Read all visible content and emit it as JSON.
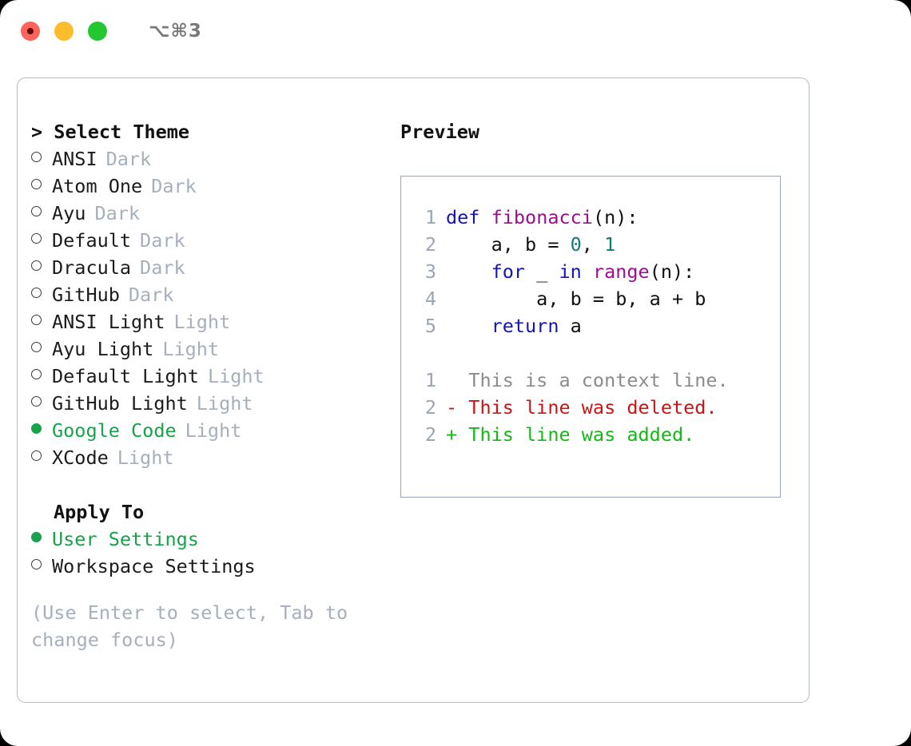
{
  "window": {
    "shortcut": "⌥⌘3",
    "traffic_lights": [
      {
        "name": "close-button",
        "color": "#fb635b"
      },
      {
        "name": "minimize-button",
        "color": "#fcbc2b"
      },
      {
        "name": "maximize-button",
        "color": "#23c831"
      }
    ]
  },
  "theme_picker": {
    "header": "> Select Theme",
    "items": [
      {
        "name": "ANSI",
        "variant": "Dark",
        "selected": false
      },
      {
        "name": "Atom One",
        "variant": "Dark",
        "selected": false
      },
      {
        "name": "Ayu",
        "variant": "Dark",
        "selected": false
      },
      {
        "name": "Default",
        "variant": "Dark",
        "selected": false
      },
      {
        "name": "Dracula",
        "variant": "Dark",
        "selected": false
      },
      {
        "name": "GitHub",
        "variant": "Dark",
        "selected": false
      },
      {
        "name": "ANSI Light",
        "variant": "Light",
        "selected": false
      },
      {
        "name": "Ayu Light",
        "variant": "Light",
        "selected": false
      },
      {
        "name": "Default Light",
        "variant": "Light",
        "selected": false
      },
      {
        "name": "GitHub Light",
        "variant": "Light",
        "selected": false
      },
      {
        "name": "Google Code",
        "variant": "Light",
        "selected": true
      },
      {
        "name": "XCode",
        "variant": "Light",
        "selected": false
      }
    ]
  },
  "apply_to": {
    "header": "Apply To",
    "items": [
      {
        "name": "User Settings",
        "selected": true
      },
      {
        "name": "Workspace Settings",
        "selected": false
      }
    ]
  },
  "hint": "(Use Enter to select, Tab to change focus)",
  "preview": {
    "title": "Preview",
    "code_lines": [
      {
        "no": "1",
        "tokens": [
          {
            "t": "def",
            "c": "kw"
          },
          {
            "t": " ",
            "c": "pl"
          },
          {
            "t": "fibonacci",
            "c": "fn"
          },
          {
            "t": "(n):",
            "c": "pl"
          }
        ]
      },
      {
        "no": "2",
        "tokens": [
          {
            "t": "    a, b = ",
            "c": "pl"
          },
          {
            "t": "0",
            "c": "num"
          },
          {
            "t": ", ",
            "c": "pl"
          },
          {
            "t": "1",
            "c": "num"
          }
        ]
      },
      {
        "no": "3",
        "tokens": [
          {
            "t": "    ",
            "c": "pl"
          },
          {
            "t": "for",
            "c": "kw"
          },
          {
            "t": " _ ",
            "c": "pl"
          },
          {
            "t": "in",
            "c": "kw"
          },
          {
            "t": " ",
            "c": "pl"
          },
          {
            "t": "range",
            "c": "fn"
          },
          {
            "t": "(n):",
            "c": "pl"
          }
        ]
      },
      {
        "no": "4",
        "tokens": [
          {
            "t": "        a, b = b, a + b",
            "c": "pl"
          }
        ]
      },
      {
        "no": "5",
        "tokens": [
          {
            "t": "    ",
            "c": "pl"
          },
          {
            "t": "return",
            "c": "kw"
          },
          {
            "t": " a",
            "c": "pl"
          }
        ]
      }
    ],
    "diff_lines": [
      {
        "no": "1",
        "marker": "  ",
        "text": "This is a context line.",
        "kind": "ctx"
      },
      {
        "no": "2",
        "marker": "- ",
        "text": "This line was deleted.",
        "kind": "del"
      },
      {
        "no": "2",
        "marker": "+ ",
        "text": "This line was added.",
        "kind": "add"
      }
    ]
  },
  "colors": {
    "accent_green": "#16a34a",
    "muted": "#a6afbb",
    "keyword": "#1414b8",
    "function": "#9b0f8f",
    "number": "#0f7c74",
    "diff_add": "#15b815",
    "diff_del": "#cc1414",
    "diff_ctx": "#8b8b8b",
    "border": "#9aa5b4"
  }
}
